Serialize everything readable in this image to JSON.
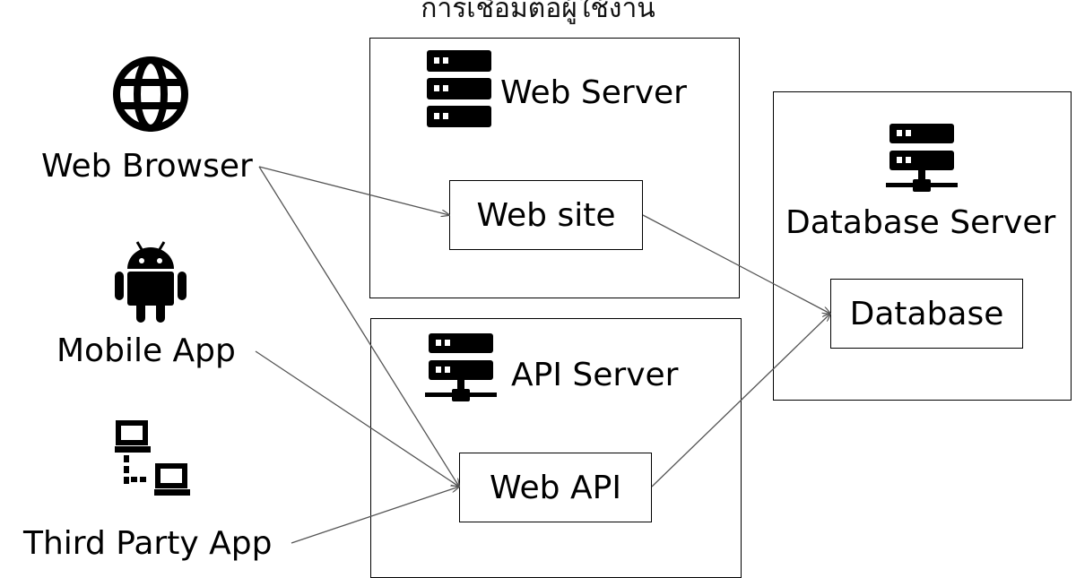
{
  "title": "การเชื่อมต่อผู้ใช้งาน",
  "clients": [
    {
      "label": "Web Browser",
      "icon": "globe-icon"
    },
    {
      "label": "Mobile App",
      "icon": "android-icon"
    },
    {
      "label": "Third Party App",
      "icon": "network-computers-icon"
    }
  ],
  "servers": {
    "web": {
      "label": "Web Server",
      "icon": "server-rack-icon",
      "component": "Web site"
    },
    "api": {
      "label": "API Server",
      "icon": "network-server-icon",
      "component": "Web API"
    },
    "db": {
      "label": "Database Server",
      "icon": "network-server-icon",
      "component": "Database"
    }
  },
  "connections": [
    {
      "from": "Web Browser",
      "to": "Web site"
    },
    {
      "from": "Web Browser",
      "to": "Web API"
    },
    {
      "from": "Mobile App",
      "to": "Web API"
    },
    {
      "from": "Third Party App",
      "to": "Web API"
    },
    {
      "from": "Web site",
      "to": "Database"
    },
    {
      "from": "Web API",
      "to": "Database"
    }
  ],
  "colors": {
    "line": "#555555",
    "icon": "#000000",
    "border": "#000000"
  }
}
